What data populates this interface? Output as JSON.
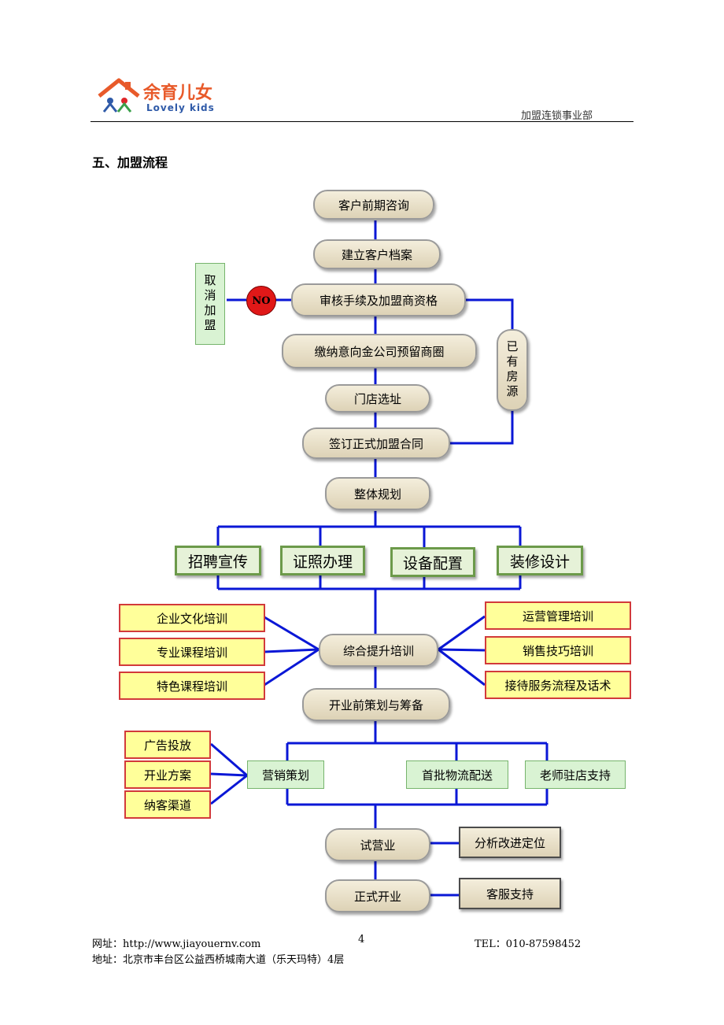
{
  "header": {
    "logo_cn": "余育儿女",
    "logo_en": "Lovely kids",
    "department": "加盟连锁事业部"
  },
  "section_title": "五、加盟流程",
  "flow": {
    "consult": "客户前期咨询",
    "archive": "建立客户档案",
    "review": "审核手续及加盟商资格",
    "no_label": "NO",
    "cancel": "取消加盟",
    "deposit": "缴纳意向金公司预留商圈",
    "site": "门店选址",
    "has_property": "已有房源",
    "contract": "签订正式加盟合同",
    "planning": "整体规划",
    "tasks": [
      "招聘宣传",
      "证照办理",
      "设备配置",
      "装修设计"
    ],
    "training": "综合提升培训",
    "training_left": [
      "企业文化培训",
      "专业课程培训",
      "特色课程培训"
    ],
    "training_right": [
      "运营管理培训",
      "销售技巧培训",
      "接待服务流程及话术"
    ],
    "preopen": "开业前策划与筹备",
    "marketing": "营销策划",
    "marketing_items": [
      "广告投放",
      "开业方案",
      "纳客渠道"
    ],
    "logistics": "首批物流配送",
    "teacher": "老师驻店支持",
    "trial": "试营业",
    "trial_side": "分析改进定位",
    "open": "正式开业",
    "open_side": "客服支持"
  },
  "footer": {
    "website": "网址：http://www.jiayouernv.com",
    "page_number": "4",
    "tel": "TEL：010-87598452",
    "address": "地址：北京市丰台区公益西桥城南大道（乐天玛特）4层"
  },
  "colors": {
    "connector": "#0a17d6",
    "no_circle": "#e01818"
  }
}
